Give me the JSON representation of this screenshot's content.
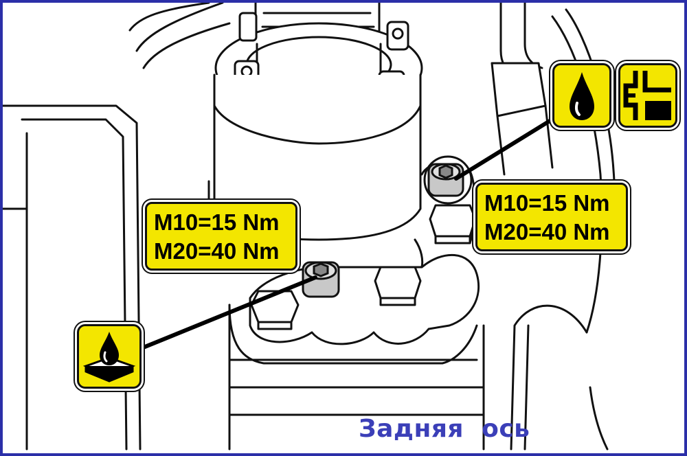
{
  "labels": {
    "left": {
      "line1": "M10=15 Nm",
      "line2": "M20=40 Nm"
    },
    "right": {
      "line1": "M10=15 Nm",
      "line2": "M20=40 Nm"
    }
  },
  "icons": {
    "oil_drop": "oil-drop-icon",
    "drain_plug": "drain-plug-icon",
    "sealant": "sealant-drop-icon"
  },
  "caption": "Задняя  ось",
  "colors": {
    "label_fill": "#f3e600",
    "frame": "#2b2fa8",
    "caption": "#3b3fb8",
    "bolt_grey": "#c8c8c8"
  }
}
